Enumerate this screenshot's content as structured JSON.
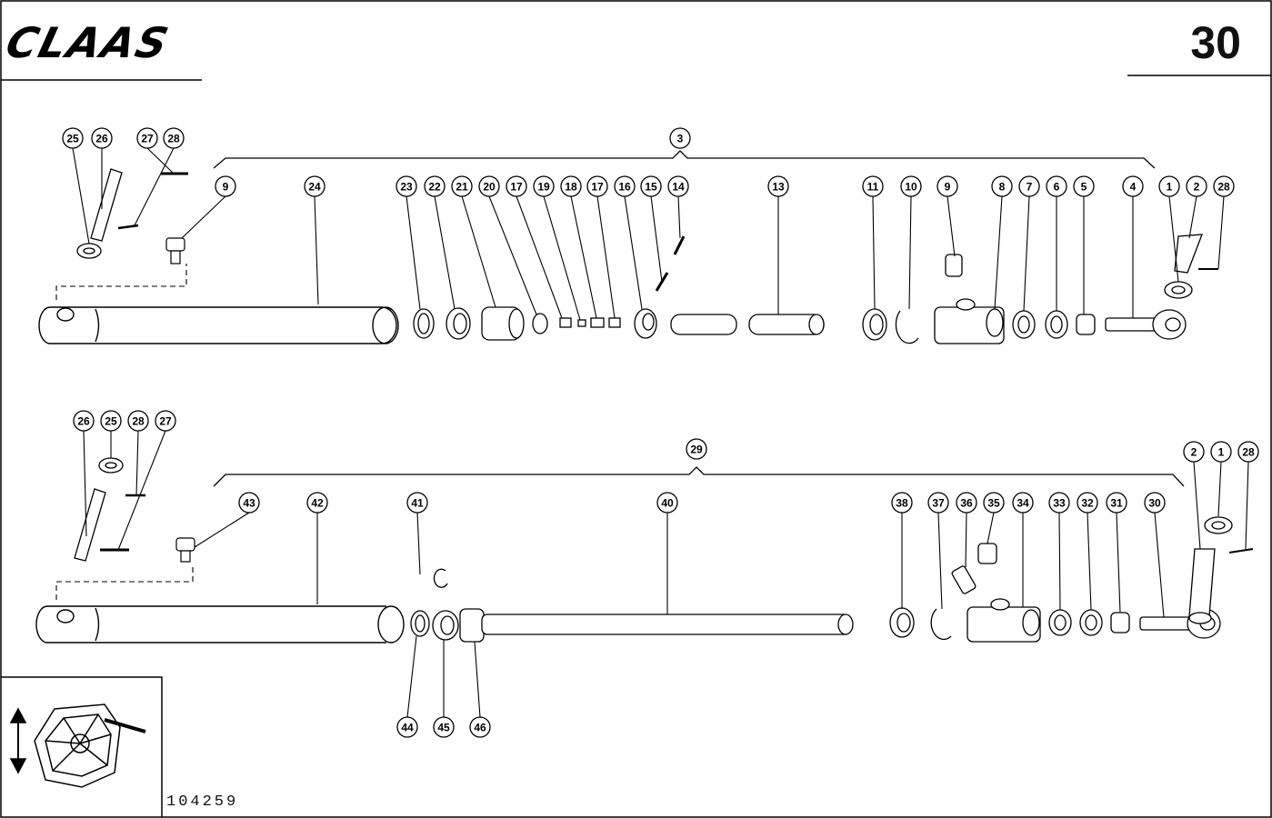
{
  "header": {
    "brand": "CLAAS",
    "page_number": "30"
  },
  "footer": {
    "drawing_number": "104259"
  },
  "assemblies": [
    {
      "label": "3",
      "parts": [
        "9",
        "24",
        "23",
        "22",
        "21",
        "20",
        "17",
        "19",
        "18",
        "17",
        "16",
        "15",
        "14",
        "13",
        "11",
        "10",
        "9",
        "8",
        "7",
        "6",
        "5",
        "4",
        "1",
        "2",
        "28"
      ]
    },
    {
      "label": "29",
      "parts": [
        "43",
        "42",
        "41",
        "40",
        "44",
        "45",
        "46",
        "38",
        "37",
        "36",
        "35",
        "34",
        "33",
        "32",
        "31",
        "30",
        "2",
        "1",
        "28"
      ]
    }
  ],
  "loose_parts": {
    "top": [
      "25",
      "26",
      "27",
      "28"
    ],
    "bottom": [
      "26",
      "25",
      "28",
      "27"
    ]
  }
}
